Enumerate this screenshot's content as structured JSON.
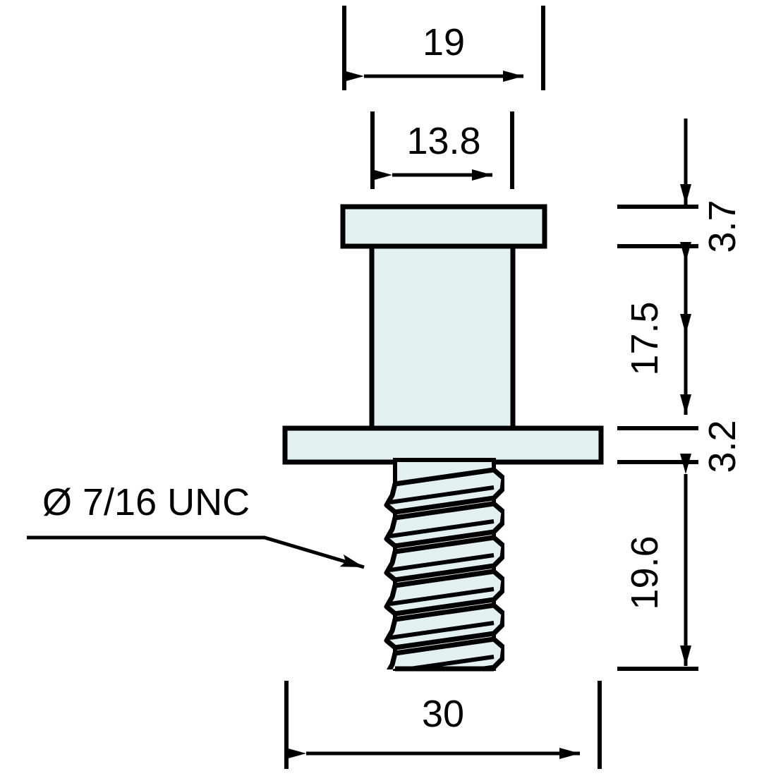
{
  "drawing": {
    "type": "mechanical-part-dimension-drawing",
    "part": "flanged shoulder stud with UNC threaded end",
    "units": "mm (except thread callout in inches)",
    "background_color": "#ffffff",
    "line_color": "#000000",
    "fill_color": "#e2f0f0",
    "fill_color_light": "#eef7f7"
  },
  "dimensions": {
    "head_width": {
      "value": "19",
      "orientation": "horizontal",
      "position": "top",
      "name": "head-width-dimension"
    },
    "shank_width": {
      "value": "13.8",
      "orientation": "horizontal",
      "position": "upper-middle",
      "name": "shank-width-dimension"
    },
    "head_thickness": {
      "value": "3.7",
      "orientation": "vertical-rotated",
      "position": "right-upper",
      "name": "head-thickness-dimension"
    },
    "shank_length": {
      "value": "17.5",
      "orientation": "vertical-rotated",
      "position": "right-middle",
      "name": "shank-length-dimension"
    },
    "flange_thickness": {
      "value": "3.2",
      "orientation": "vertical-rotated",
      "position": "right-lower-middle",
      "name": "flange-thickness-dimension"
    },
    "thread_length": {
      "value": "19.6",
      "orientation": "vertical-rotated",
      "position": "right-lower",
      "name": "thread-length-dimension"
    },
    "flange_width": {
      "value": "30",
      "orientation": "horizontal",
      "position": "bottom",
      "name": "flange-width-dimension"
    }
  },
  "annotations": {
    "thread_callout": {
      "text": "Ø 7/16 UNC",
      "leader": "points to threaded section",
      "name": "thread-callout-label"
    }
  }
}
